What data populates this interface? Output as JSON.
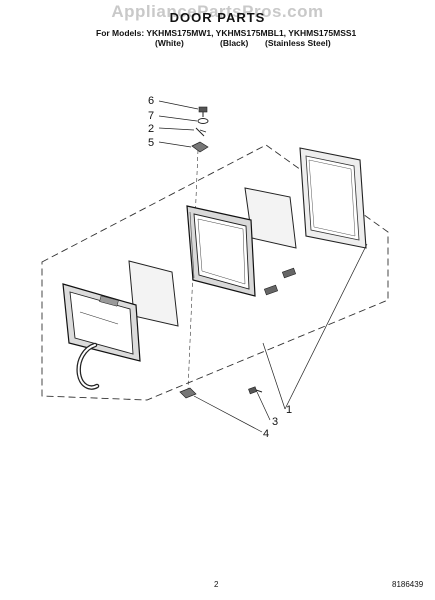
{
  "watermark": "AppliancePartsPros.com",
  "title": "DOOR PARTS",
  "models_line": "For Models: YKHMS175MW1, YKHMS175MBL1, YKHMS175MSS1",
  "variants": [
    "(White)",
    "(Black)",
    "(Stainless Steel)"
  ],
  "callouts": {
    "c6": "6",
    "c7": "7",
    "c2": "2",
    "c5": "5",
    "c1": "1",
    "c3": "3",
    "c4": "4"
  },
  "footer": {
    "page_number": "2",
    "document_number": "8186439"
  }
}
